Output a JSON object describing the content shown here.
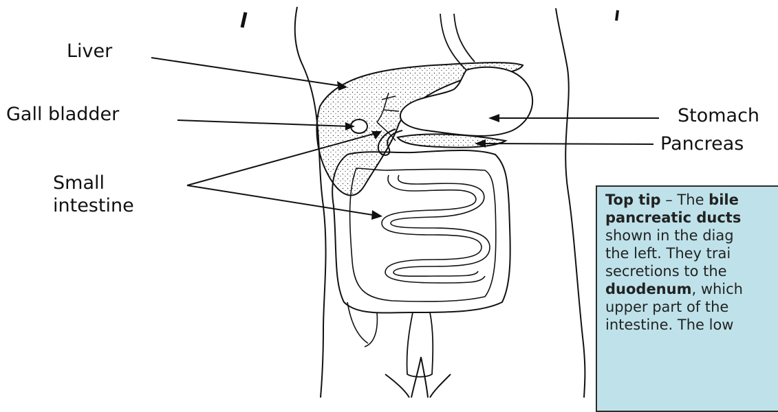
{
  "labels": {
    "liver": "Liver",
    "gall_bladder": "Gall bladder",
    "small_intestine_line1": "Small",
    "small_intestine_line2": "intestine",
    "stomach": "Stomach",
    "pancreas": "Pancreas"
  },
  "tip": {
    "heading": "Top tip",
    "dash": " – The ",
    "bold1": "bile",
    "bold2": "pancreatic ducts",
    "line3": "shown in the diag",
    "line4": "the left. They trai",
    "line5": "secretions to the",
    "bold3": "duodenum",
    "after_bold3": ", which",
    "line7": "upper part of the",
    "line8": "intestine. The low"
  },
  "colors": {
    "tip_bg": "#bfe2ea",
    "line": "#111111"
  }
}
